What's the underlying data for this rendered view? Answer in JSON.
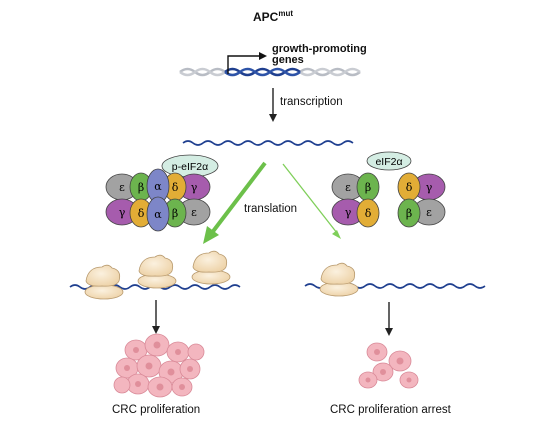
{
  "title": {
    "main": "APC",
    "superscript": "mut"
  },
  "gene_label": {
    "line1": "growth-promoting",
    "line2": "genes"
  },
  "step_labels": {
    "transcription": "transcription",
    "translation": "translation"
  },
  "factor_labels": {
    "phosphorylated": "p-eIF2α",
    "unphosphorylated": "eIF2α"
  },
  "subunit_labels": {
    "alpha": "α",
    "beta": "β",
    "gamma": "γ",
    "delta": "δ",
    "epsilon": "ε"
  },
  "outcomes": {
    "left": "CRC proliferation",
    "right": "CRC proliferation arrest"
  },
  "colors": {
    "dna_gene": "#1f3f8f",
    "dna_other": "#b8bcc4",
    "mrna": "#1f3f8f",
    "arrow_strong": "#6cc04a",
    "arrow_weak": "#7fcf5a",
    "arrow_dark": "#222222",
    "alpha": "#7d86c8",
    "beta": "#6cb44e",
    "gamma": "#a65cad",
    "delta": "#e2ad36",
    "epsilon": "#a2a2a2",
    "eif_bubble": "#d4ede3",
    "ribosome": "#f3dfbf",
    "cell": "#f3b6bf",
    "cell_nucleus": "#e08f9b"
  }
}
